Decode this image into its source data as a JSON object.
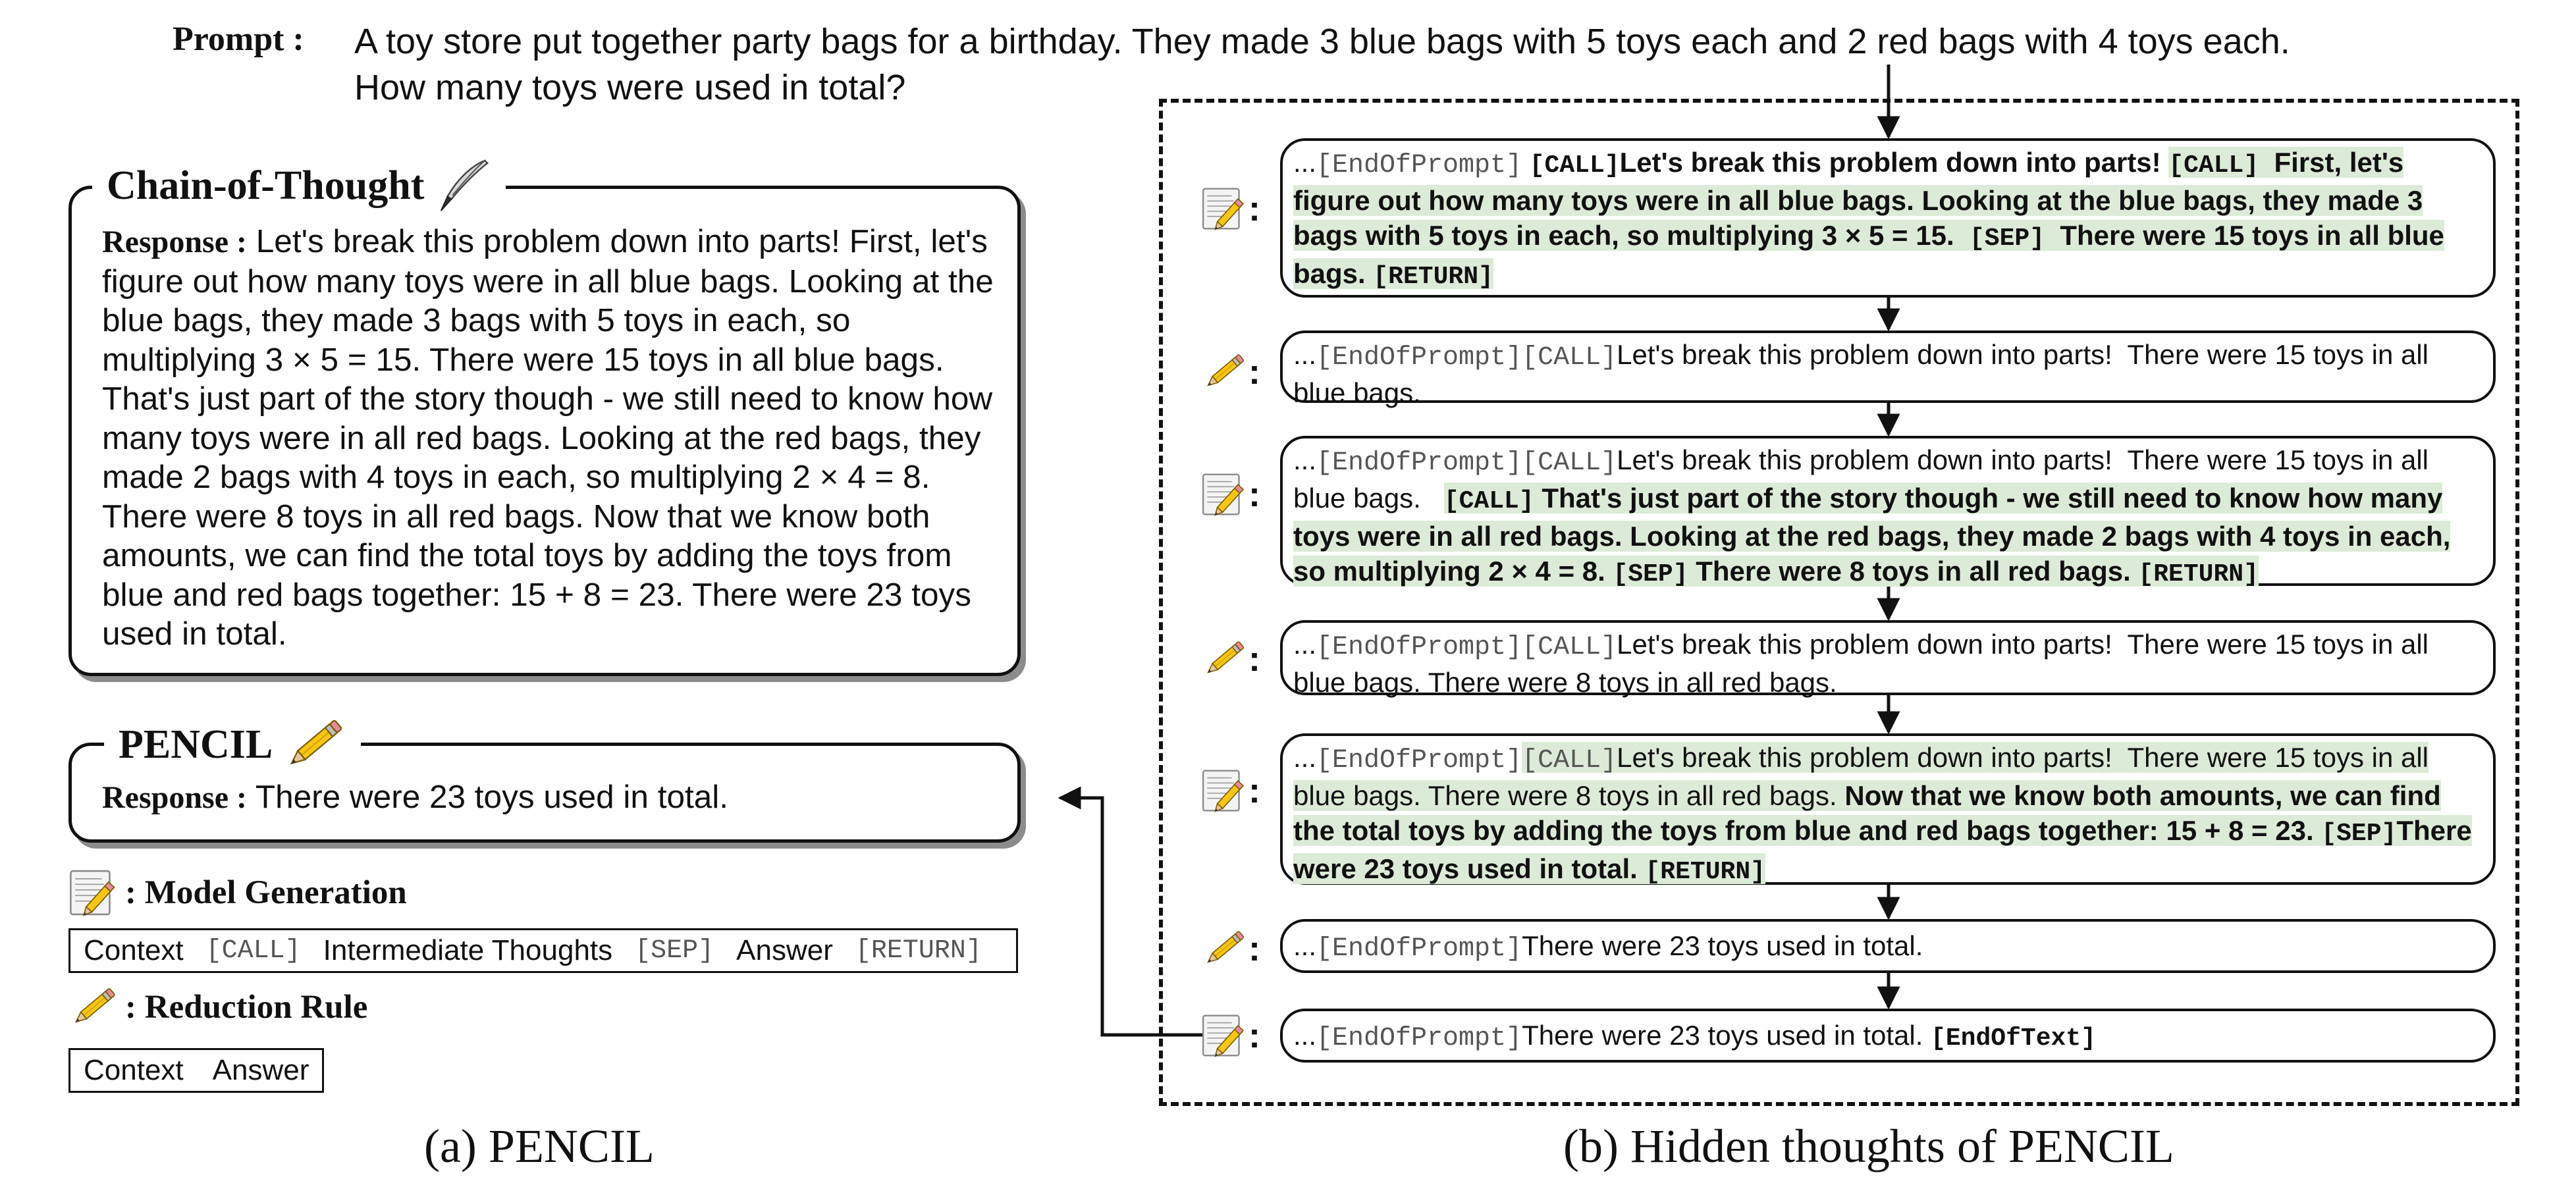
{
  "prompt": {
    "label": "Prompt :",
    "line1": "A toy store put together party bags for a birthday. They made 3 blue bags with 5 toys each and 2 red bags with 4 toys each.",
    "line2": "How many toys were used in total?"
  },
  "cot": {
    "title": "Chain-of-Thought",
    "response_label": "Response :",
    "response_text": "Let's break this problem down into parts! First, let's figure out how many toys were in all blue bags. Looking at the blue bags, they made 3 bags with 5 toys in each, so multiplying 3 × 5 = 15. There were 15 toys in all blue bags. That's just part of the story though - we still need to know how many toys were in all red bags. Looking at the red bags, they made 2 bags with 4 toys in each, so multiplying 2 × 4 = 8. There were 8 toys in all red bags. Now that we know both amounts, we can find the total toys by adding the toys from blue and red bags together: 15 + 8 = 23. There were 23 toys used in total."
  },
  "pencil": {
    "title": "PENCIL",
    "response_label": "Response :",
    "response_text": "There were 23 toys used in total."
  },
  "legend": {
    "generation": {
      "title": ": Model Generation",
      "items": [
        "Context",
        "[CALL]",
        "Intermediate Thoughts",
        "[SEP]",
        "Answer",
        "[RETURN]"
      ]
    },
    "reduction": {
      "title": ": Reduction Rule",
      "items": [
        "Context",
        "Answer"
      ]
    }
  },
  "tokens": {
    "ellipsis": "...",
    "end_of_prompt": "[EndOfPrompt]",
    "call": "[CALL]",
    "sep": "[SEP]",
    "return": "[RETURN]",
    "end_of_text": "[EndOfText]"
  },
  "steps": {
    "s1": {
      "a": "Let's break this problem down into parts!",
      "b": "First, let's figure out how many toys were in all blue bags. Looking at the blue bags, they made 3 bags with 5 toys in each, so multiplying 3 × 5 = 15.",
      "c": "There were 15 toys in all blue bags."
    },
    "s2": {
      "a": "Let's break this problem down into parts!",
      "b": "There were 15 toys in all blue bags."
    },
    "s3": {
      "a": "Let's break this problem down into parts!",
      "b": "There were 15 toys in all blue bags.",
      "c": "That's just part of the story though - we still need to know how many toys were in all red bags. Looking at the red bags, they made 2 bags with 4 toys in each, so multiplying 2 × 4 = 8.",
      "d": "There were 8 toys in all red bags."
    },
    "s4": {
      "a": "Let's break this problem down into parts!",
      "b": "There were 15 toys in all blue bags. There were 8 toys in all red bags."
    },
    "s5": {
      "a": "Let's break this problem down into parts!",
      "b": "There were 15 toys in all blue bags. There were 8 toys in all red bags.",
      "c": "Now that we know both amounts, we can find the total toys by adding the toys from blue and red bags together: 15 + 8 = 23.",
      "d": "There were 23 toys used in total."
    },
    "s6": {
      "a": "There were 23 toys used in total."
    },
    "s7": {
      "a": "There were 23 toys used in total."
    }
  },
  "captions": {
    "left": "(a)  PENCIL",
    "right": "(b) Hidden thoughts of PENCIL"
  },
  "colors": {
    "highlight": "#dcebd7",
    "border": "#111111",
    "token_gray": "#555555"
  },
  "icons": {
    "generation": "notepad-pencil-icon",
    "reduction": "pencil-icon",
    "cot": "quill-pen-icon"
  }
}
